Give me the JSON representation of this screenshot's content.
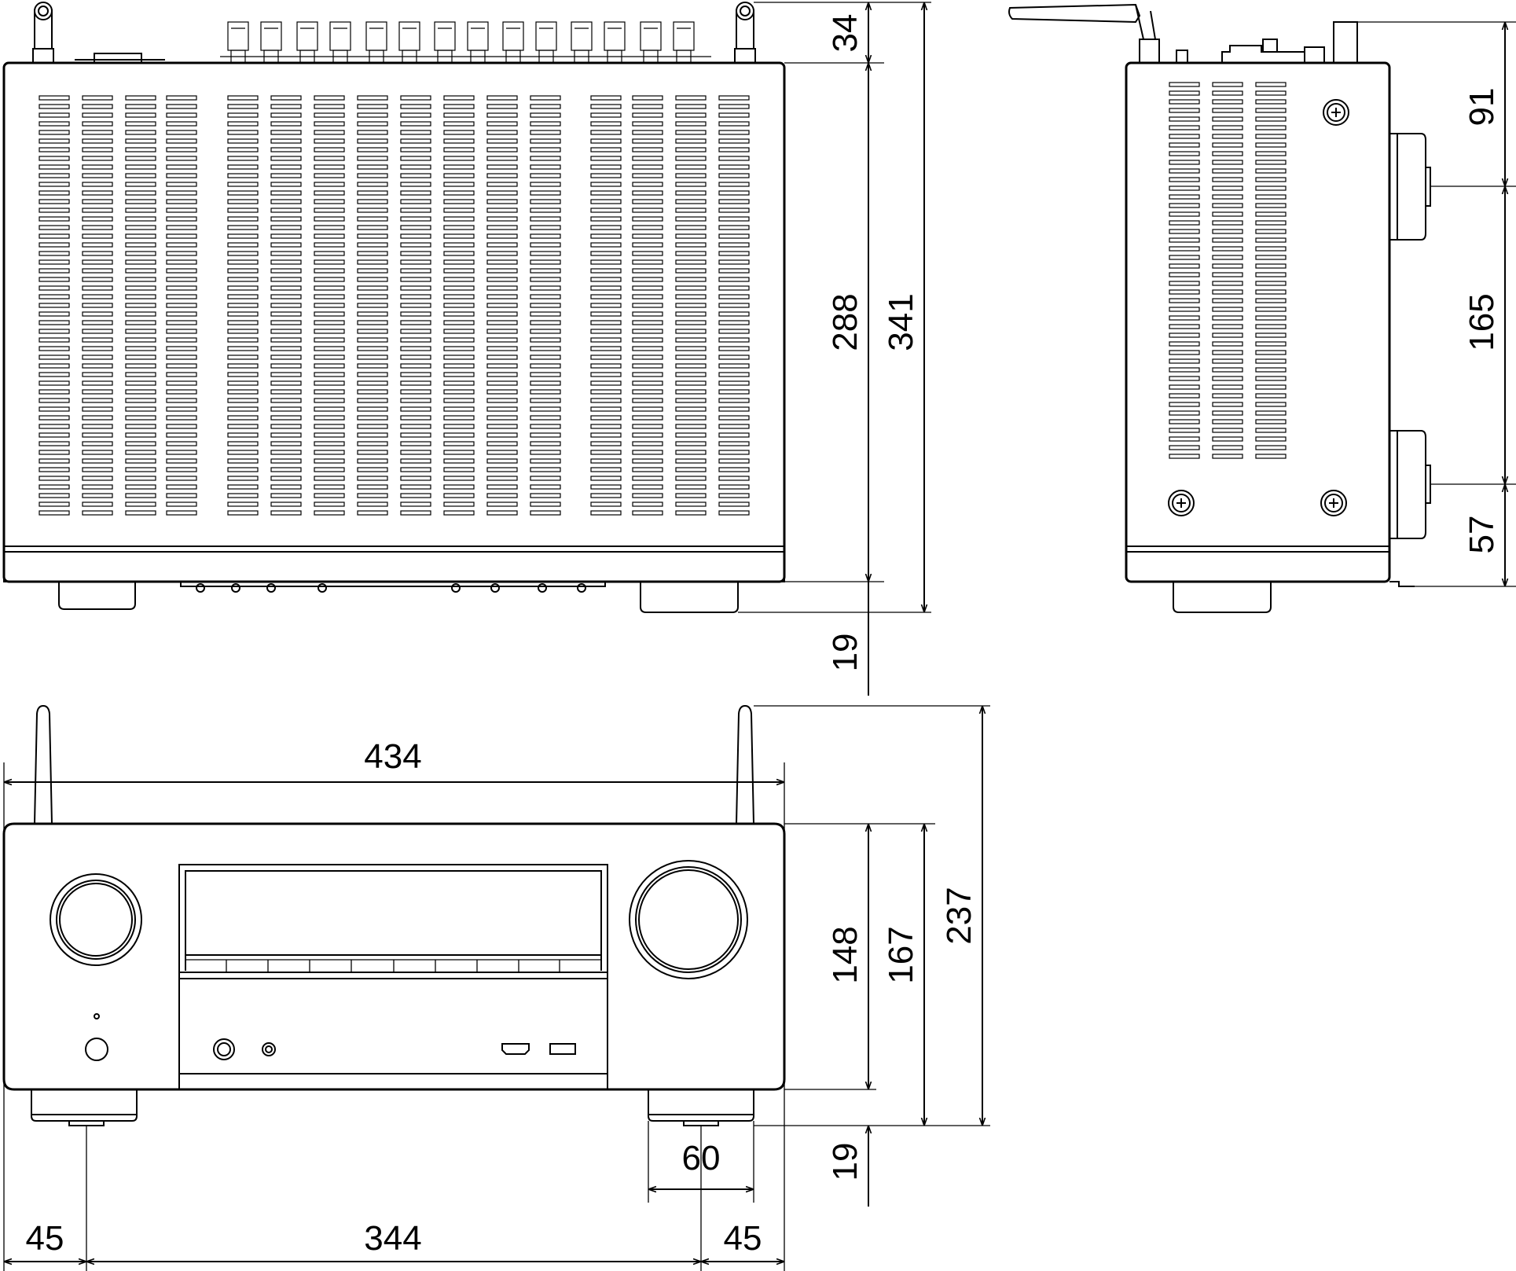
{
  "top_view": {
    "dimensions": {
      "terminal_depth": "34",
      "body_depth": "288",
      "total_depth": "341",
      "foot_depth": "19"
    }
  },
  "side_view": {
    "dimensions": {
      "upper": "91",
      "middle": "165",
      "lower": "57"
    }
  },
  "front_view": {
    "dimensions": {
      "width": "434",
      "body_height": "148",
      "height_with_feet": "167",
      "height_with_antenna": "237",
      "foot_height": "19",
      "foot_width": "60",
      "foot_offset_left": "45",
      "foot_spacing": "344",
      "foot_offset_right": "45"
    }
  },
  "colors": {
    "line": "#000000",
    "background": "#ffffff"
  }
}
